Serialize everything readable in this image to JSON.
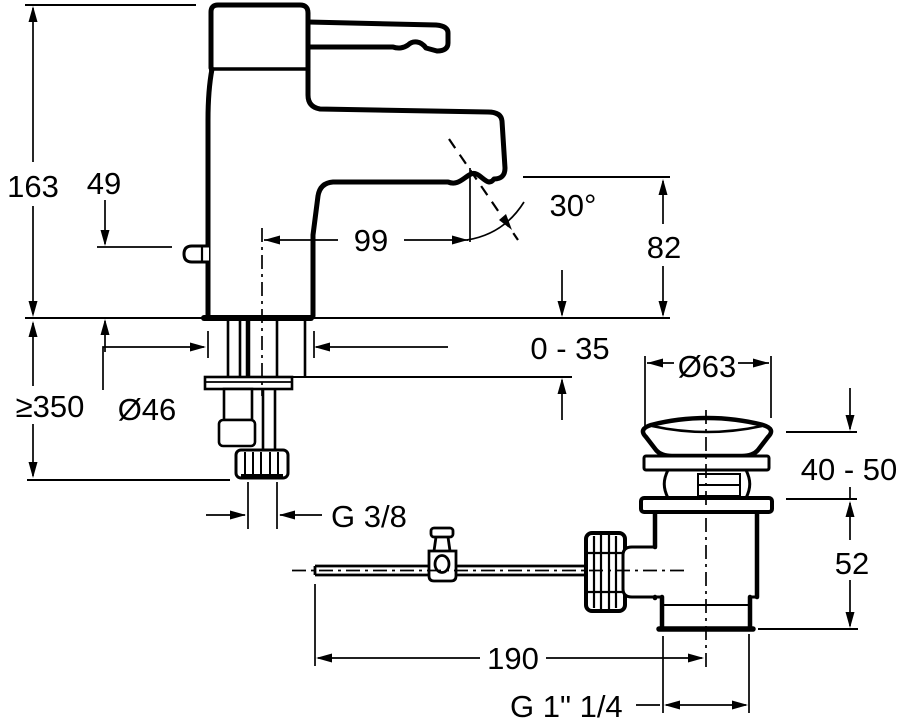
{
  "drawing": {
    "background": "#ffffff",
    "line_color": "#000000",
    "units": "mm",
    "dims": {
      "total_height": "163",
      "knob_height": "49",
      "spout_reach": "99",
      "handle_angle": "30°",
      "spout_outlet_height": "82",
      "deck_thickness_range": "0 - 35",
      "min_clearance_below": "≥350",
      "base_diameter": "Ø46",
      "supply_thread": "G 3/8",
      "waste_flange_diameter": "Ø63",
      "waste_clamp_range": "40 - 50",
      "waste_below_height": "52",
      "rod_length": "190",
      "waste_thread": "G 1\" 1/4"
    }
  }
}
